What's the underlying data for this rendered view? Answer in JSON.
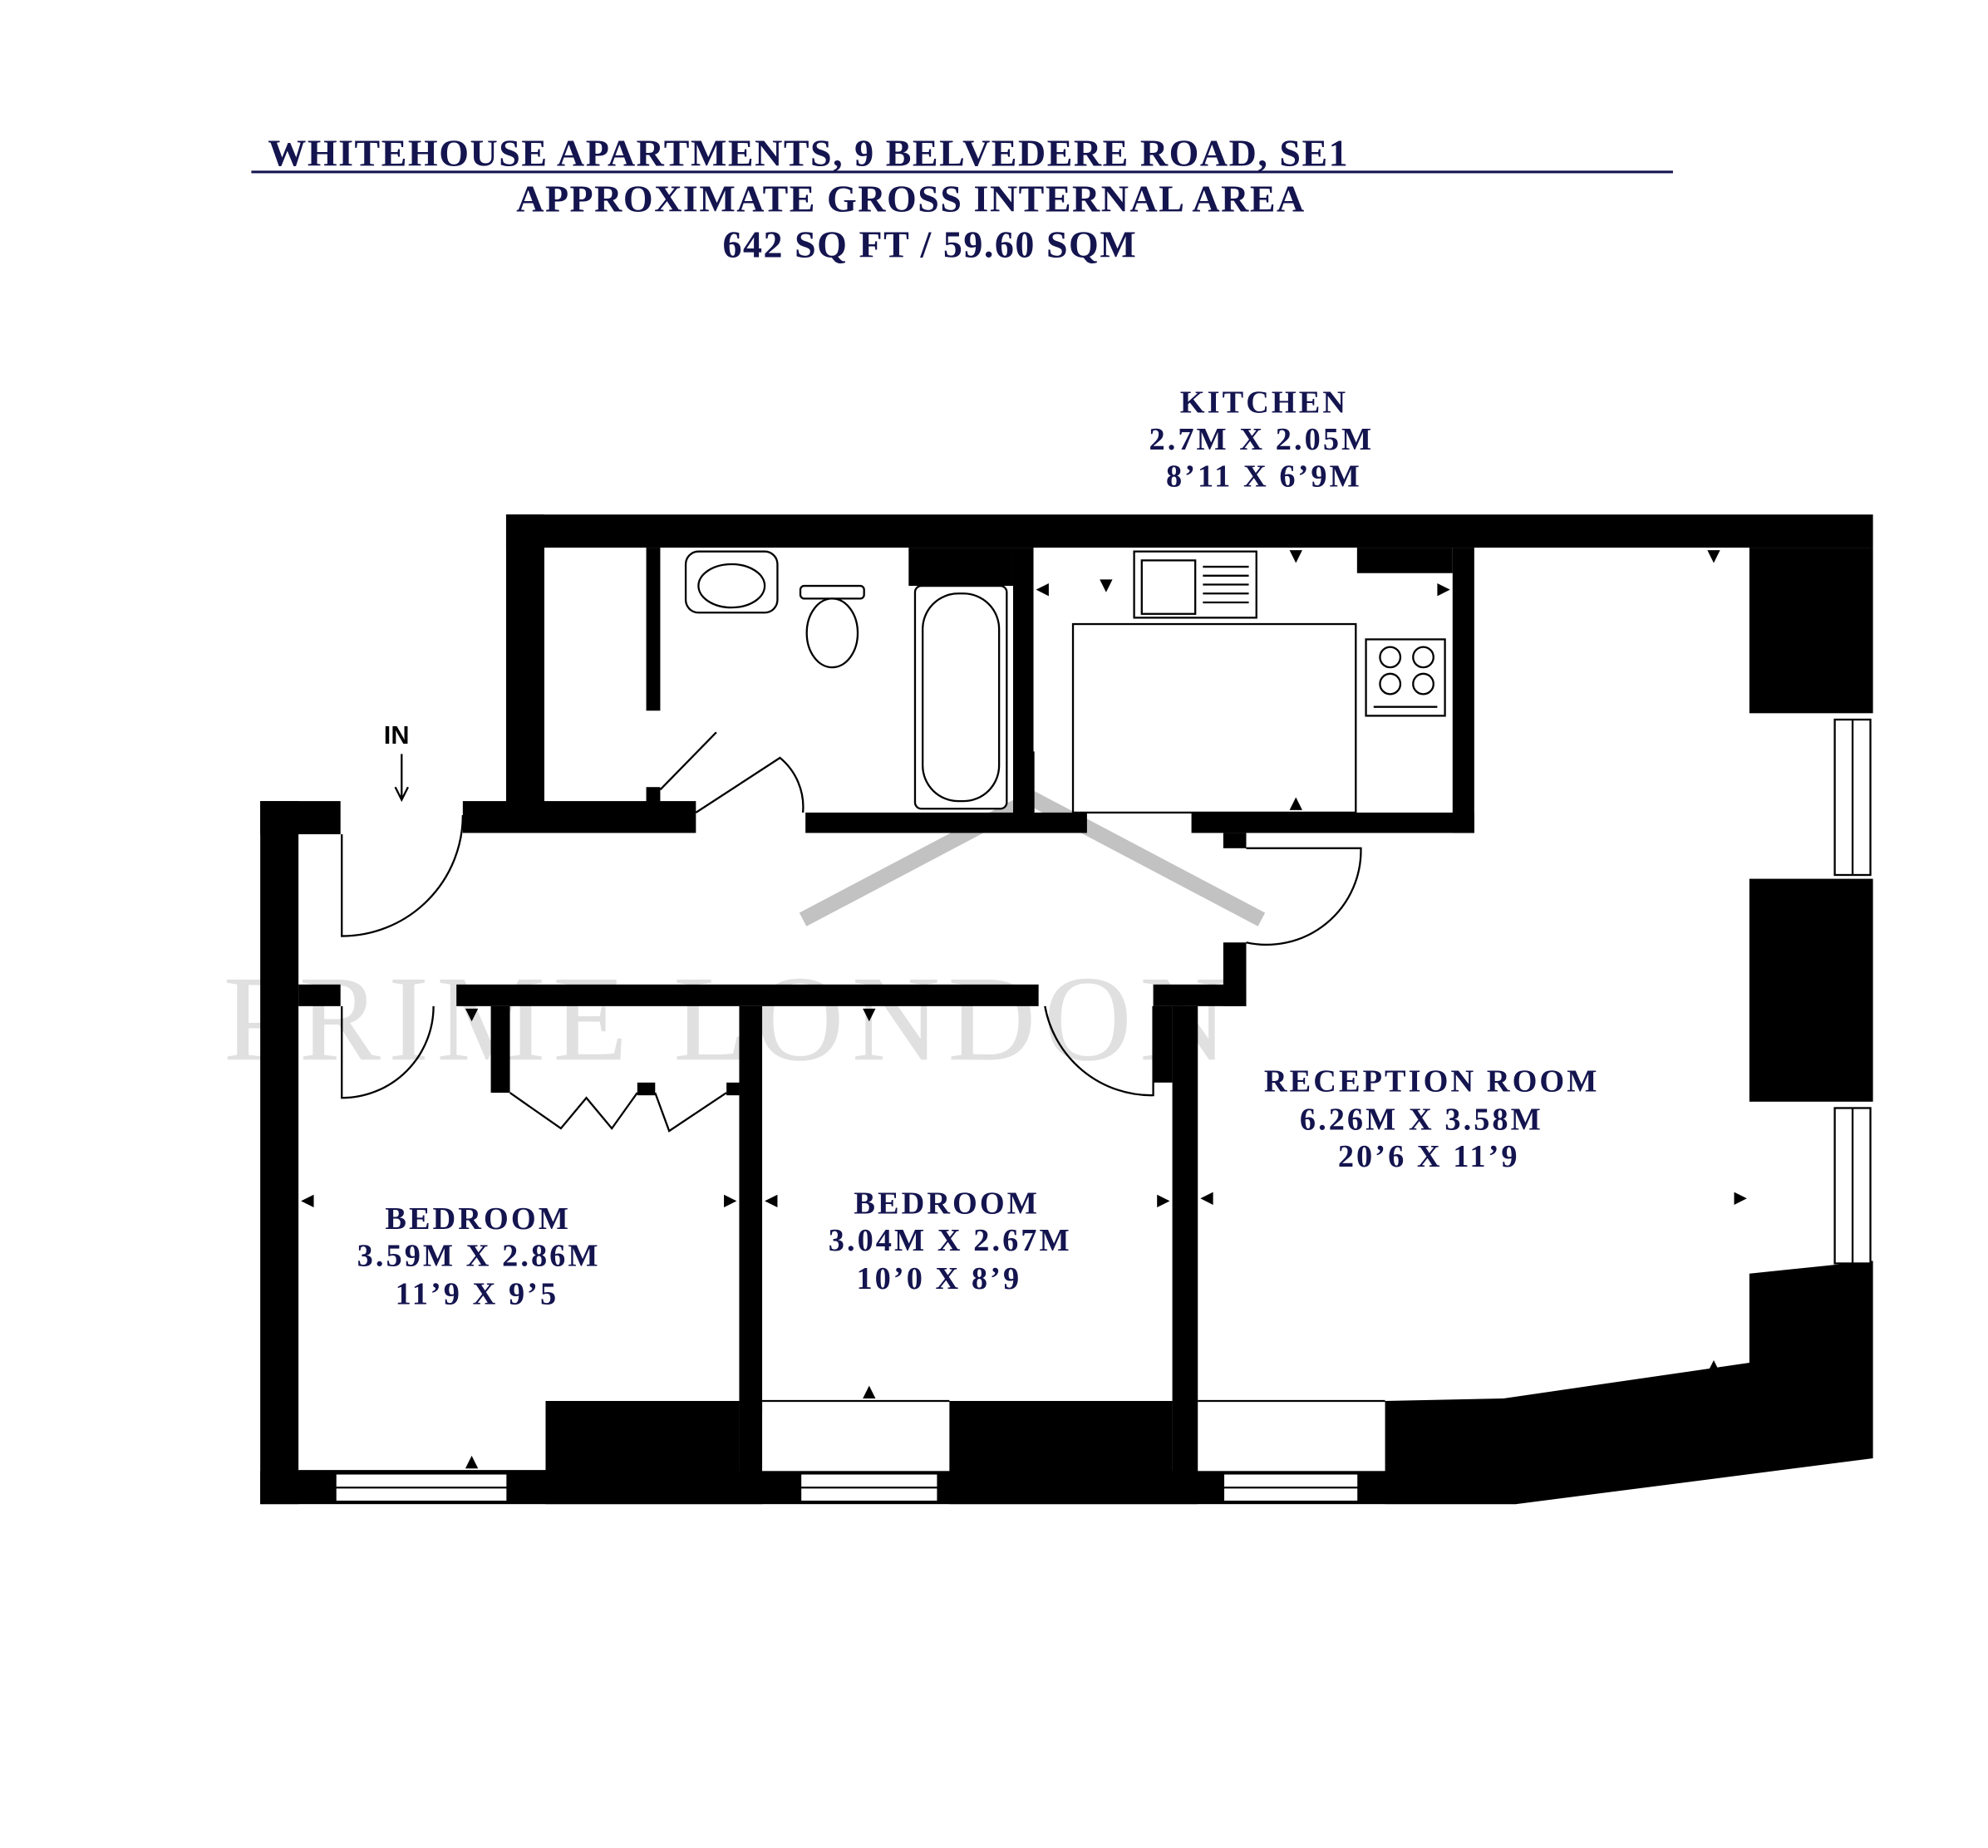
{
  "header": {
    "title": "WHITEHOUSE APARTMENTS, 9 BELVEDERE ROAD, SE1",
    "subtitle": "APPROXIMATE GROSS INTERNAL AREA",
    "area": "642 SQ FT / 59.60 SQM"
  },
  "rooms": {
    "kitchen": {
      "name": "KITCHEN",
      "metric": "2.7M X 2.05M",
      "imperial": "8’11 X 6’9M"
    },
    "reception": {
      "name": "RECEPTION ROOM",
      "metric": "6.26M X 3.58M",
      "imperial": "20’6 X 11’9"
    },
    "bedroom1": {
      "name": "BEDROOM",
      "metric": "3.59M X 2.86M",
      "imperial": "11’9 X 9’5"
    },
    "bedroom2": {
      "name": "BEDROOM",
      "metric": "3.04M X 2.67M",
      "imperial": "10’0 X 8’9"
    }
  },
  "entrance_label": "IN",
  "watermark": "PRIME LONDON",
  "colors": {
    "text": "#14144f",
    "wall": "#000000",
    "watermark": "#bbbbbb"
  }
}
